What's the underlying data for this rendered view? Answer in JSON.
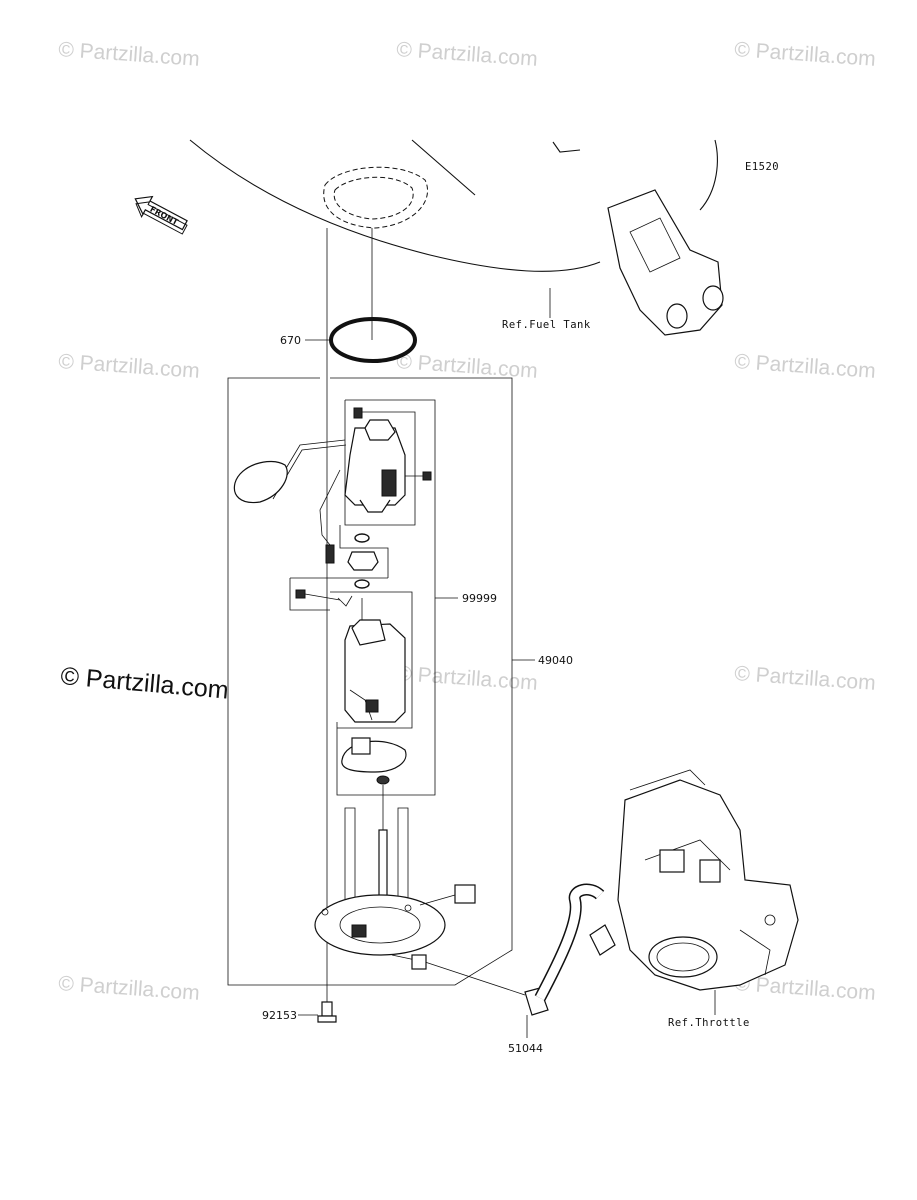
{
  "watermarks": [
    "© Partzilla.com",
    "© Partzilla.com",
    "© Partzilla.com",
    "© Partzilla.com",
    "© Partzilla.com",
    "© Partzilla.com",
    "© Partzilla.com",
    "© Partzilla.com",
    "© Partzilla.com",
    "© Partzilla.com"
  ],
  "copyright": "© Partzilla.com",
  "diagram_code": "E1520",
  "front_label": "FRONT",
  "refs": {
    "fuel_tank": "Ref.Fuel Tank",
    "throttle": "Ref.Throttle"
  },
  "parts": {
    "gasket": "670",
    "pump_sub": "99999",
    "pump_assy": "49040",
    "bolt": "92153",
    "hose": "51044"
  }
}
